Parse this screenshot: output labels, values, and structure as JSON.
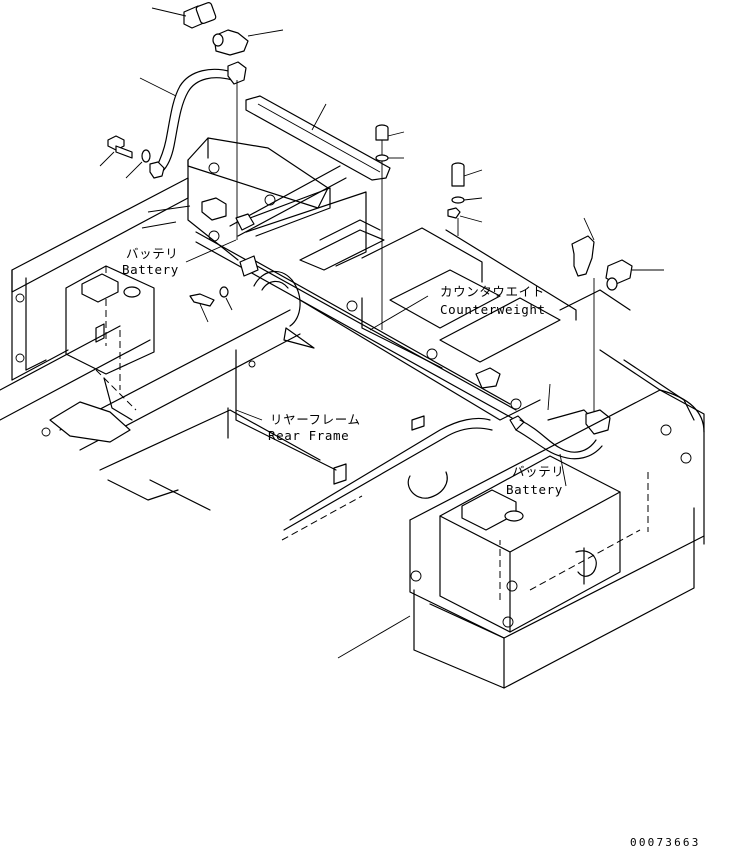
{
  "labels": {
    "battery_left_jp": "バッテリ",
    "battery_left_en": "Battery",
    "counterweight_jp": "カウンタウエイト",
    "counterweight_en": "Counterweight",
    "rear_frame_jp": "リヤーフレーム",
    "rear_frame_en": "Rear Frame",
    "battery_right_jp": "バッテリ",
    "battery_right_en": "Battery"
  },
  "drawing_number": "00073663"
}
